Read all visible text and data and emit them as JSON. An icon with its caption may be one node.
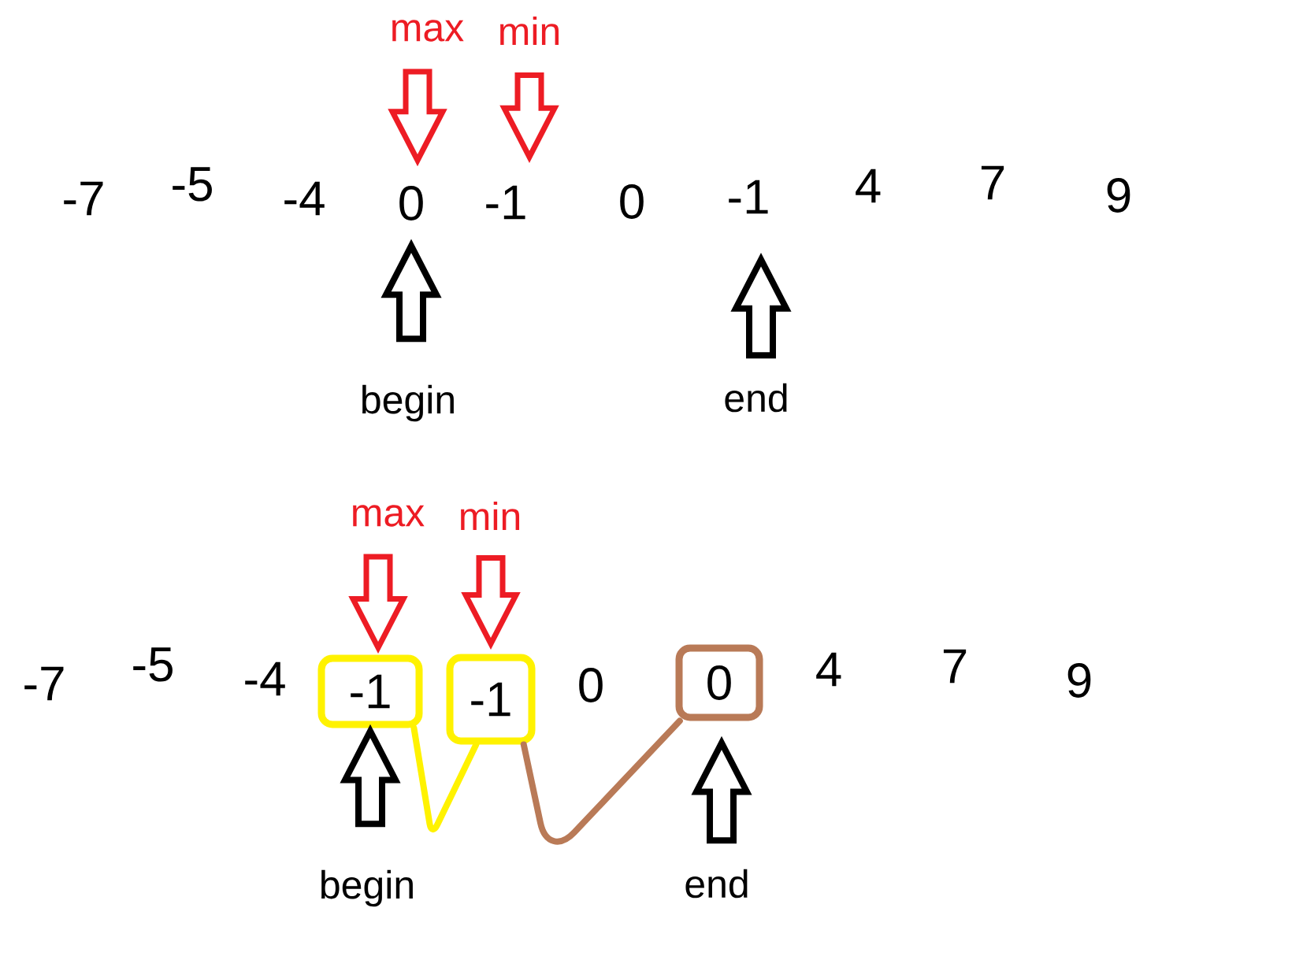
{
  "diagram": {
    "nodes": [
      {
        "text": [
          "max"
        ]
      },
      {
        "text": [
          "min"
        ]
      },
      {
        "text": [
          "0"
        ]
      },
      {
        "text": [
          "-1"
        ]
      },
      {
        "text": [
          "-1"
        ]
      },
      {
        "text": [
          "begin"
        ]
      },
      {
        "text": [
          "end"
        ]
      },
      {
        "text": [
          "max"
        ]
      },
      {
        "text": [
          "min"
        ]
      },
      {
        "text": [
          "-1"
        ]
      },
      {
        "text": [
          "-1"
        ]
      },
      {
        "text": [
          "0"
        ]
      },
      {
        "text": [
          "begin"
        ]
      },
      {
        "text": [
          "end"
        ]
      }
    ],
    "edges": [
      {
        "from": 0,
        "to": 2,
        "arrow": "to",
        "color": "#ed1c24"
      },
      {
        "from": 1,
        "to": 3,
        "arrow": "to",
        "color": "#ed1c24"
      },
      {
        "from": 5,
        "to": 2,
        "arrow": "to"
      },
      {
        "from": 6,
        "to": 4,
        "arrow": "to"
      },
      {
        "from": 7,
        "to": 9,
        "arrow": "to",
        "color": "#ed1c24"
      },
      {
        "from": 8,
        "to": 10,
        "arrow": "to",
        "color": "#ed1c24"
      },
      {
        "from": 12,
        "to": 9,
        "arrow": "to"
      },
      {
        "from": 13,
        "to": 11,
        "arrow": "to"
      },
      {
        "from": 9,
        "to": 10,
        "arrow": "none",
        "color": "#fff200"
      },
      {
        "from": 10,
        "to": 11,
        "arrow": "none",
        "color": "#b97a57"
      }
    ],
    "labels": [
      "-7",
      "-5",
      "-4",
      "0",
      "4",
      "7",
      "9",
      "-7",
      "-5",
      "-4",
      "0",
      "4",
      "7",
      "9"
    ]
  }
}
